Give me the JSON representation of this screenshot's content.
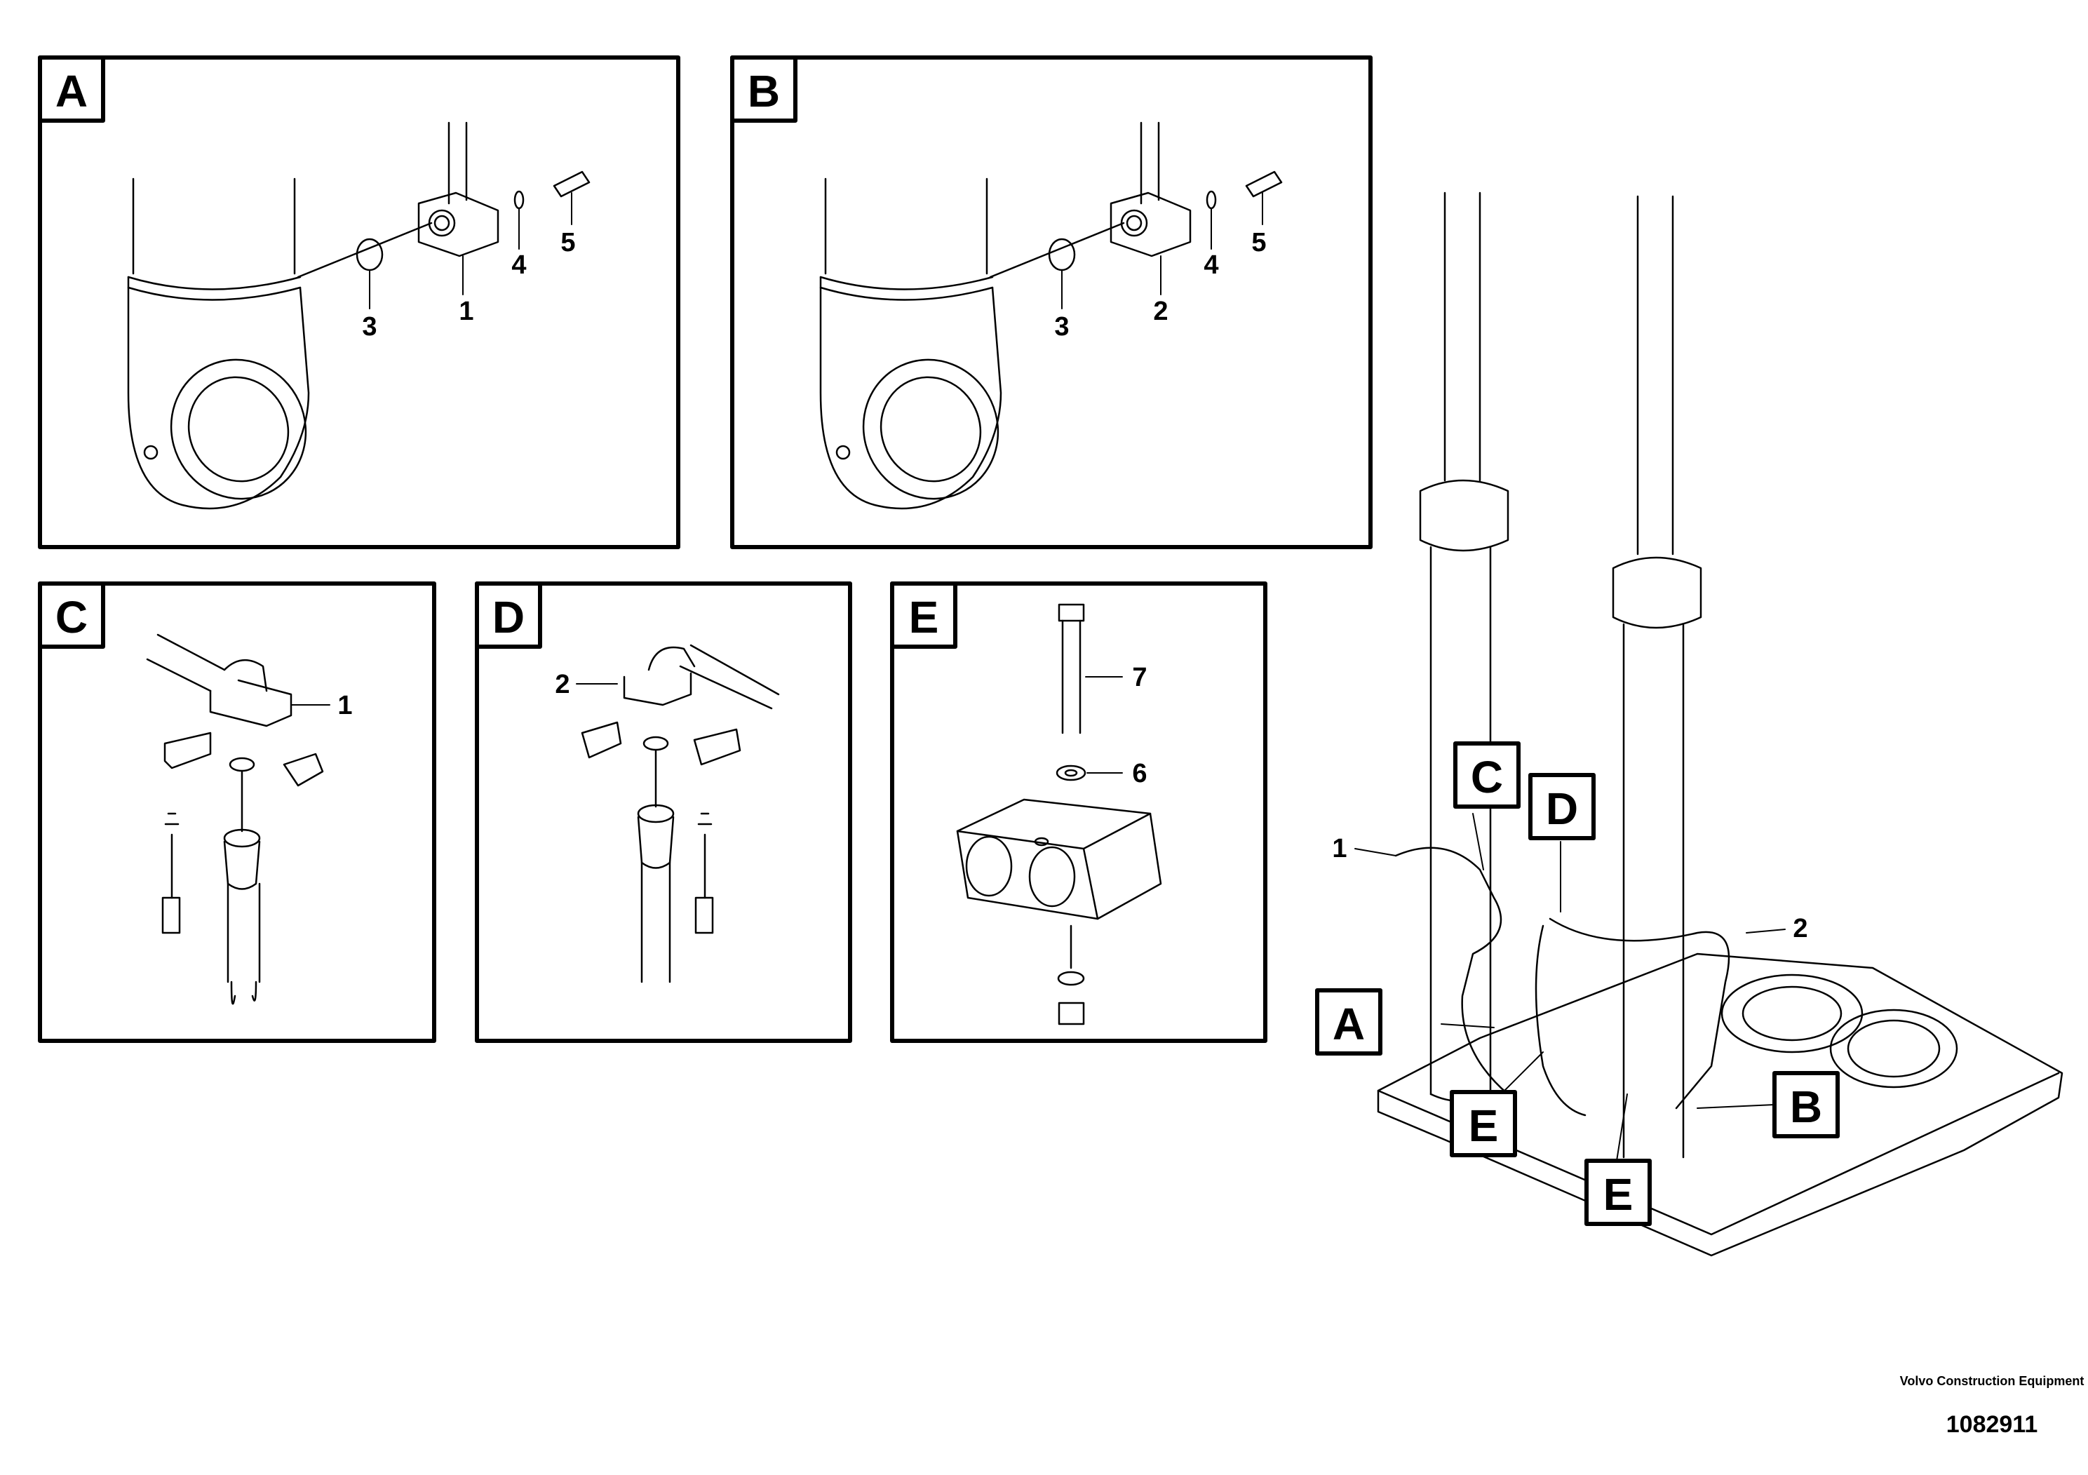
{
  "panels": [
    {
      "letter": "A"
    },
    {
      "letter": "B"
    },
    {
      "letter": "C"
    },
    {
      "letter": "D"
    },
    {
      "letter": "E"
    }
  ],
  "callouts": {
    "A": [
      "3",
      "1",
      "4",
      "5"
    ],
    "B": [
      "3",
      "2",
      "4",
      "5"
    ],
    "C": [
      "1"
    ],
    "D": [
      "2"
    ],
    "E": [
      "7",
      "6"
    ],
    "overview": [
      "1",
      "2"
    ]
  },
  "overview_tags": [
    "C",
    "D",
    "A",
    "B",
    "E",
    "E"
  ],
  "footer": {
    "brand": "Volvo Construction Equipment",
    "drawing_number": "1082911"
  }
}
